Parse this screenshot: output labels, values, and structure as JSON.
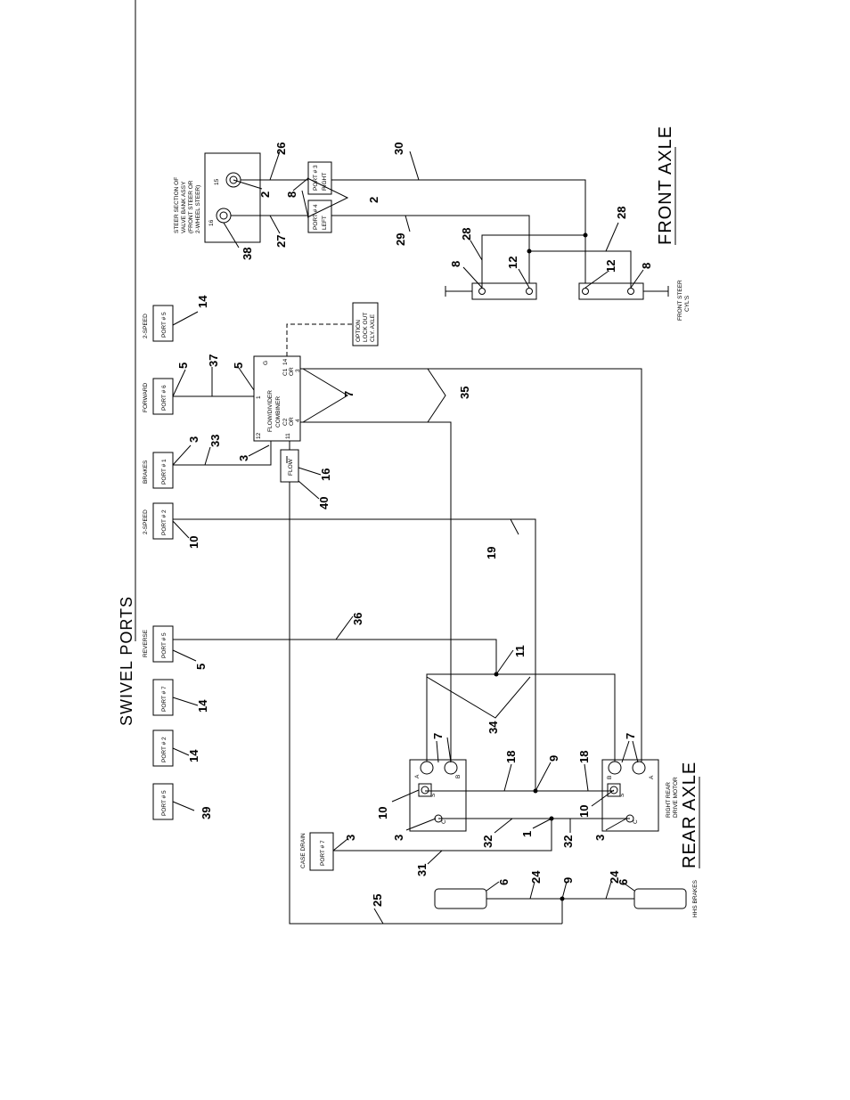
{
  "titles": {
    "swivel_ports": "SWIVEL PORTS",
    "front_axle": "FRONT AXLE",
    "rear_axle": "REAR AXLE"
  },
  "swivel_ports": {
    "p5a": "PORT # 5",
    "p2a": "PORT # 2",
    "p7a": "PORT # 7",
    "p5b": "PORT # 5",
    "p2b": "PORT # 2",
    "p1": "PORT # 1",
    "p6": "PORT # 6",
    "p5c": "PORT # 5",
    "lbl_reverse": "REVERSE",
    "lbl_2speed_a": "2-SPEED",
    "lbl_brakes": "BRAKES",
    "lbl_forward": "FORWARD",
    "lbl_2speed_b": "2-SPEED"
  },
  "steer_valve": {
    "label_1": "STEER SECTION OF",
    "label_2": "VALVE BANK ASSY",
    "label_3": "(FRONT STEER OR",
    "label_4": "2-WHEEL STEER)",
    "port_15": "15",
    "port_16": "16",
    "port3_a": "PORT # 3",
    "port3_b": "RIGHT",
    "port4_a": "PORT # 4",
    "port4_b": "LEFT"
  },
  "flow_divider": {
    "line1": "FLOW/DIVIDER",
    "line2": "COMBINER",
    "p1": "1",
    "p12": "12",
    "p11": "11",
    "pg": "G",
    "pc1": "C1",
    "pc1or": "OR",
    "pc1n": "3",
    "p14": "14",
    "pc2": "C2",
    "pc2or": "OR",
    "pc2n": "4"
  },
  "flow_valve": "FLOW",
  "option": {
    "l1": "OPTION",
    "l2": "LOCK OUT",
    "l3": "CLY. AXLE"
  },
  "case_drain": {
    "label": "CASE DRAIN",
    "port": "PORT # 7"
  },
  "front_steer_label_1": "FRONT STEER",
  "front_steer_label_2": "CYL'S",
  "right_rear_label_1": "RIGHT REAR",
  "right_rear_label_2": "DRIVE MOTOR",
  "hhs_brakes": "HHS BRAKES",
  "motor_letters": {
    "a": "A",
    "b": "B",
    "c": "C",
    "s": "S"
  },
  "callouts": {
    "n39": "39",
    "n14a": "14",
    "n14b": "14",
    "n5a": "5",
    "n36": "36",
    "n10a": "10",
    "n3a": "3",
    "n33": "33",
    "n3b": "3",
    "n16": "16",
    "n40": "40",
    "n5b": "5",
    "n37": "37",
    "n5c": "5",
    "n14c": "14",
    "n7a": "7",
    "n35": "35",
    "n19": "19",
    "n11": "11",
    "n34": "34",
    "n7b": "7",
    "n7c": "7",
    "n18a": "18",
    "n9a": "9",
    "n18b": "18",
    "n10b": "10",
    "n10c": "10",
    "n3c": "3",
    "n32a": "32",
    "n1": "1",
    "n32b": "32",
    "n3d": "3",
    "n3e": "3",
    "n31": "31",
    "n25": "25",
    "n6a": "6",
    "n24a": "24",
    "n9b": "9",
    "n24b": "24",
    "n6b": "6",
    "n38": "38",
    "n27": "27",
    "n2a": "2",
    "n26": "26",
    "n8a": "8",
    "n2b": "2",
    "n29": "29",
    "n30": "30",
    "n28a": "28",
    "n8b": "8",
    "n12a": "12",
    "n28b": "28",
    "n12b": "12",
    "n8c": "8"
  }
}
